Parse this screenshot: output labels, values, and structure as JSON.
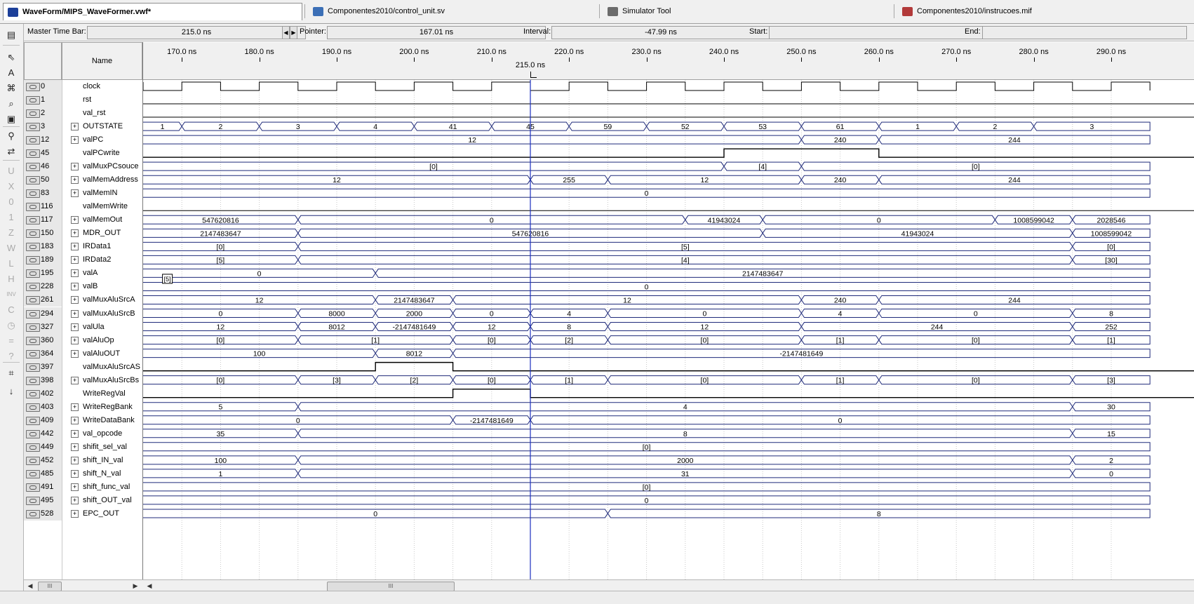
{
  "tabs": [
    {
      "label": "WaveForm/MIPS_WaveFormer.vwf*",
      "active": true,
      "icon": "waveform-file-icon",
      "color": "#1c3f99"
    },
    {
      "label": "Componentes2010/control_unit.sv",
      "active": false,
      "icon": "systemverilog-file-icon",
      "color": "#3b6fb6"
    },
    {
      "label": "Simulator Tool",
      "active": false,
      "icon": "simulator-tool-icon",
      "color": "#6b6b6b"
    },
    {
      "label": "Componentes2010/instrucoes.mif",
      "active": false,
      "icon": "mif-file-icon",
      "color": "#b23a3a"
    }
  ],
  "infobar": {
    "master_time_bar_label": "Master Time Bar:",
    "master_time_bar_value": "215.0 ns",
    "pointer_label": "Pointer:",
    "pointer_value": "167.01 ns",
    "interval_label": "Interval:",
    "interval_value": "-47.99 ns",
    "start_label": "Start:",
    "start_value": "",
    "end_label": "End:",
    "end_value": ""
  },
  "toolbar_icons": [
    "waveform-editor-icon",
    "selection-tool-icon",
    "text-tool-icon",
    "waveform-editing-tool-icon",
    "zoom-tool-icon",
    "full-screen-icon",
    "find-icon",
    "replace-icon",
    "uninitialized-icon",
    "forcing-unknown-icon",
    "forcing-low-icon",
    "forcing-high-icon",
    "high-impedance-icon",
    "weak-unknown-icon",
    "weak-low-icon",
    "weak-high-icon",
    "invert-icon",
    "count-value-icon",
    "clock-value-icon",
    "arbitrary-value-icon",
    "random-value-icon",
    "snap-to-grid-icon",
    "sort-icon"
  ],
  "name_header": "Name",
  "timeline": {
    "ticks": [
      "170.0 ns",
      "180.0 ns",
      "190.0 ns",
      "200.0 ns",
      "210.0 ns",
      "220.0 ns",
      "230.0 ns",
      "240.0 ns",
      "250.0 ns",
      "260.0 ns",
      "270.0 ns",
      "280.0 ns",
      "290.0 ns"
    ],
    "master_time_bar_label": "215.0 ns"
  },
  "signals": [
    {
      "idx": "0",
      "name": "clock",
      "type": "clock"
    },
    {
      "idx": "1",
      "name": "rst",
      "type": "low"
    },
    {
      "idx": "2",
      "name": "val_rst",
      "type": "low"
    },
    {
      "idx": "3",
      "name": "OUTSTATE",
      "type": "bus",
      "segs": [
        [
          165,
          170,
          "1"
        ],
        [
          170,
          180,
          "2"
        ],
        [
          180,
          190,
          "3"
        ],
        [
          190,
          200,
          "4"
        ],
        [
          200,
          210,
          "41"
        ],
        [
          210,
          220,
          "45"
        ],
        [
          220,
          230,
          "59"
        ],
        [
          230,
          240,
          "52"
        ],
        [
          240,
          250,
          "53"
        ],
        [
          250,
          260,
          "61"
        ],
        [
          260,
          270,
          "1"
        ],
        [
          270,
          280,
          "2"
        ],
        [
          280,
          295,
          "3"
        ]
      ]
    },
    {
      "idx": "12",
      "name": "valPC",
      "type": "bus",
      "segs": [
        [
          165,
          250,
          "12"
        ],
        [
          250,
          260,
          "240"
        ],
        [
          260,
          295,
          "244"
        ]
      ]
    },
    {
      "idx": "45",
      "name": "valPCwrite",
      "type": "bit",
      "trans": [
        [
          240,
          1
        ],
        [
          260,
          0
        ]
      ]
    },
    {
      "idx": "46",
      "name": "valMuxPCsouce",
      "type": "bus",
      "segs": [
        [
          165,
          240,
          "[0]"
        ],
        [
          240,
          250,
          "[4]"
        ],
        [
          250,
          295,
          "[0]"
        ]
      ]
    },
    {
      "idx": "50",
      "name": "valMemAddress",
      "type": "bus",
      "segs": [
        [
          165,
          215,
          "12"
        ],
        [
          215,
          225,
          "255"
        ],
        [
          225,
          250,
          "12"
        ],
        [
          250,
          260,
          "240"
        ],
        [
          260,
          295,
          "244"
        ]
      ]
    },
    {
      "idx": "83",
      "name": "valMemIN",
      "type": "bus",
      "segs": [
        [
          165,
          295,
          "0"
        ]
      ]
    },
    {
      "idx": "116",
      "name": "valMemWrite",
      "type": "low"
    },
    {
      "idx": "117",
      "name": "valMemOut",
      "type": "bus",
      "segs": [
        [
          165,
          185,
          "547620816"
        ],
        [
          185,
          235,
          "0"
        ],
        [
          235,
          245,
          "41943024"
        ],
        [
          245,
          275,
          "0"
        ],
        [
          275,
          285,
          "1008599042"
        ],
        [
          285,
          295,
          "2028546"
        ]
      ]
    },
    {
      "idx": "150",
      "name": "MDR_OUT",
      "type": "bus",
      "segs": [
        [
          165,
          185,
          "2147483647"
        ],
        [
          185,
          245,
          "547620816"
        ],
        [
          245,
          285,
          "41943024"
        ],
        [
          285,
          295,
          "1008599042"
        ]
      ]
    },
    {
      "idx": "183",
      "name": "IRData1",
      "type": "bus",
      "segs": [
        [
          165,
          185,
          "[0]"
        ],
        [
          185,
          285,
          "[5]"
        ],
        [
          285,
          295,
          "[0]"
        ]
      ]
    },
    {
      "idx": "189",
      "name": "IRData2",
      "type": "bus",
      "segs": [
        [
          165,
          185,
          "[5]"
        ],
        [
          185,
          285,
          "[4]"
        ],
        [
          285,
          295,
          "[30]"
        ]
      ]
    },
    {
      "idx": "195",
      "name": "valA",
      "type": "bus",
      "segs": [
        [
          165,
          195,
          "0"
        ],
        [
          195,
          295,
          "2147483647"
        ]
      ]
    },
    {
      "idx": "228",
      "name": "valB",
      "type": "bus",
      "segs": [
        [
          165,
          295,
          "0"
        ]
      ]
    },
    {
      "idx": "261",
      "name": "valMuxAluSrcA",
      "type": "bus",
      "segs": [
        [
          165,
          195,
          "12"
        ],
        [
          195,
          205,
          "2147483647"
        ],
        [
          205,
          250,
          "12"
        ],
        [
          250,
          260,
          "240"
        ],
        [
          260,
          295,
          "244"
        ]
      ]
    },
    {
      "idx": "294",
      "name": "valMuxAluSrcB",
      "type": "bus",
      "segs": [
        [
          165,
          185,
          "0"
        ],
        [
          185,
          195,
          "8000"
        ],
        [
          195,
          205,
          "2000"
        ],
        [
          205,
          215,
          "0"
        ],
        [
          215,
          225,
          "4"
        ],
        [
          225,
          250,
          "0"
        ],
        [
          250,
          260,
          "4"
        ],
        [
          260,
          285,
          "0"
        ],
        [
          285,
          295,
          "8"
        ]
      ]
    },
    {
      "idx": "327",
      "name": "valUla",
      "type": "bus",
      "segs": [
        [
          165,
          185,
          "12"
        ],
        [
          185,
          195,
          "8012"
        ],
        [
          195,
          205,
          "-2147481649"
        ],
        [
          205,
          215,
          "12"
        ],
        [
          215,
          225,
          "8"
        ],
        [
          225,
          250,
          "12"
        ],
        [
          250,
          285,
          "244"
        ],
        [
          285,
          295,
          "252"
        ]
      ]
    },
    {
      "idx": "360",
      "name": "valAluOp",
      "type": "bus",
      "segs": [
        [
          165,
          185,
          "[0]"
        ],
        [
          185,
          205,
          "[1]"
        ],
        [
          205,
          215,
          "[0]"
        ],
        [
          215,
          225,
          "[2]"
        ],
        [
          225,
          250,
          "[0]"
        ],
        [
          250,
          260,
          "[1]"
        ],
        [
          260,
          285,
          "[0]"
        ],
        [
          285,
          295,
          "[1]"
        ]
      ]
    },
    {
      "idx": "364",
      "name": "valAluOUT",
      "type": "bus",
      "segs": [
        [
          165,
          195,
          "100"
        ],
        [
          195,
          205,
          "8012"
        ],
        [
          205,
          295,
          "-2147481649"
        ]
      ]
    },
    {
      "idx": "397",
      "name": "valMuxAluSrcAS",
      "type": "bit",
      "trans": [
        [
          195,
          1
        ],
        [
          205,
          0
        ]
      ]
    },
    {
      "idx": "398",
      "name": "valMuxAluSrcBs",
      "type": "bus",
      "segs": [
        [
          165,
          185,
          "[0]"
        ],
        [
          185,
          195,
          "[3]"
        ],
        [
          195,
          205,
          "[2]"
        ],
        [
          205,
          215,
          "[0]"
        ],
        [
          215,
          225,
          "[1]"
        ],
        [
          225,
          250,
          "[0]"
        ],
        [
          250,
          260,
          "[1]"
        ],
        [
          260,
          285,
          "[0]"
        ],
        [
          285,
          295,
          "[3]"
        ]
      ]
    },
    {
      "idx": "402",
      "name": "WriteRegVal",
      "type": "bit",
      "trans": [
        [
          205,
          1
        ],
        [
          215,
          0
        ]
      ]
    },
    {
      "idx": "403",
      "name": "WriteRegBank",
      "type": "bus",
      "segs": [
        [
          165,
          185,
          "5"
        ],
        [
          185,
          285,
          "4"
        ],
        [
          285,
          295,
          "30"
        ]
      ]
    },
    {
      "idx": "409",
      "name": "WriteDataBank",
      "type": "bus",
      "segs": [
        [
          165,
          205,
          "0"
        ],
        [
          205,
          215,
          "-2147481649"
        ],
        [
          215,
          295,
          "0"
        ]
      ]
    },
    {
      "idx": "442",
      "name": "val_opcode",
      "type": "bus",
      "segs": [
        [
          165,
          185,
          "35"
        ],
        [
          185,
          285,
          "8"
        ],
        [
          285,
          295,
          "15"
        ]
      ]
    },
    {
      "idx": "449",
      "name": "shifit_sel_val",
      "type": "bus",
      "segs": [
        [
          165,
          295,
          "[0]"
        ]
      ]
    },
    {
      "idx": "452",
      "name": "shift_IN_val",
      "type": "bus",
      "segs": [
        [
          165,
          185,
          "100"
        ],
        [
          185,
          285,
          "2000"
        ],
        [
          285,
          295,
          "2"
        ]
      ]
    },
    {
      "idx": "485",
      "name": "shift_N_val",
      "type": "bus",
      "segs": [
        [
          165,
          185,
          "1"
        ],
        [
          185,
          285,
          "31"
        ],
        [
          285,
          295,
          "0"
        ]
      ]
    },
    {
      "idx": "491",
      "name": "shift_func_val",
      "type": "bus",
      "segs": [
        [
          165,
          295,
          "[0]"
        ]
      ]
    },
    {
      "idx": "495",
      "name": "shift_OUT_val",
      "type": "bus",
      "segs": [
        [
          165,
          295,
          "0"
        ]
      ]
    },
    {
      "idx": "528",
      "name": "EPC_OUT",
      "type": "bus",
      "segs": [
        [
          165,
          225,
          "0"
        ],
        [
          225,
          295,
          "8"
        ]
      ]
    }
  ],
  "valA_glitch_label": "[5]",
  "scroll": {
    "left_thumb": "III",
    "right_thumb": "III"
  }
}
